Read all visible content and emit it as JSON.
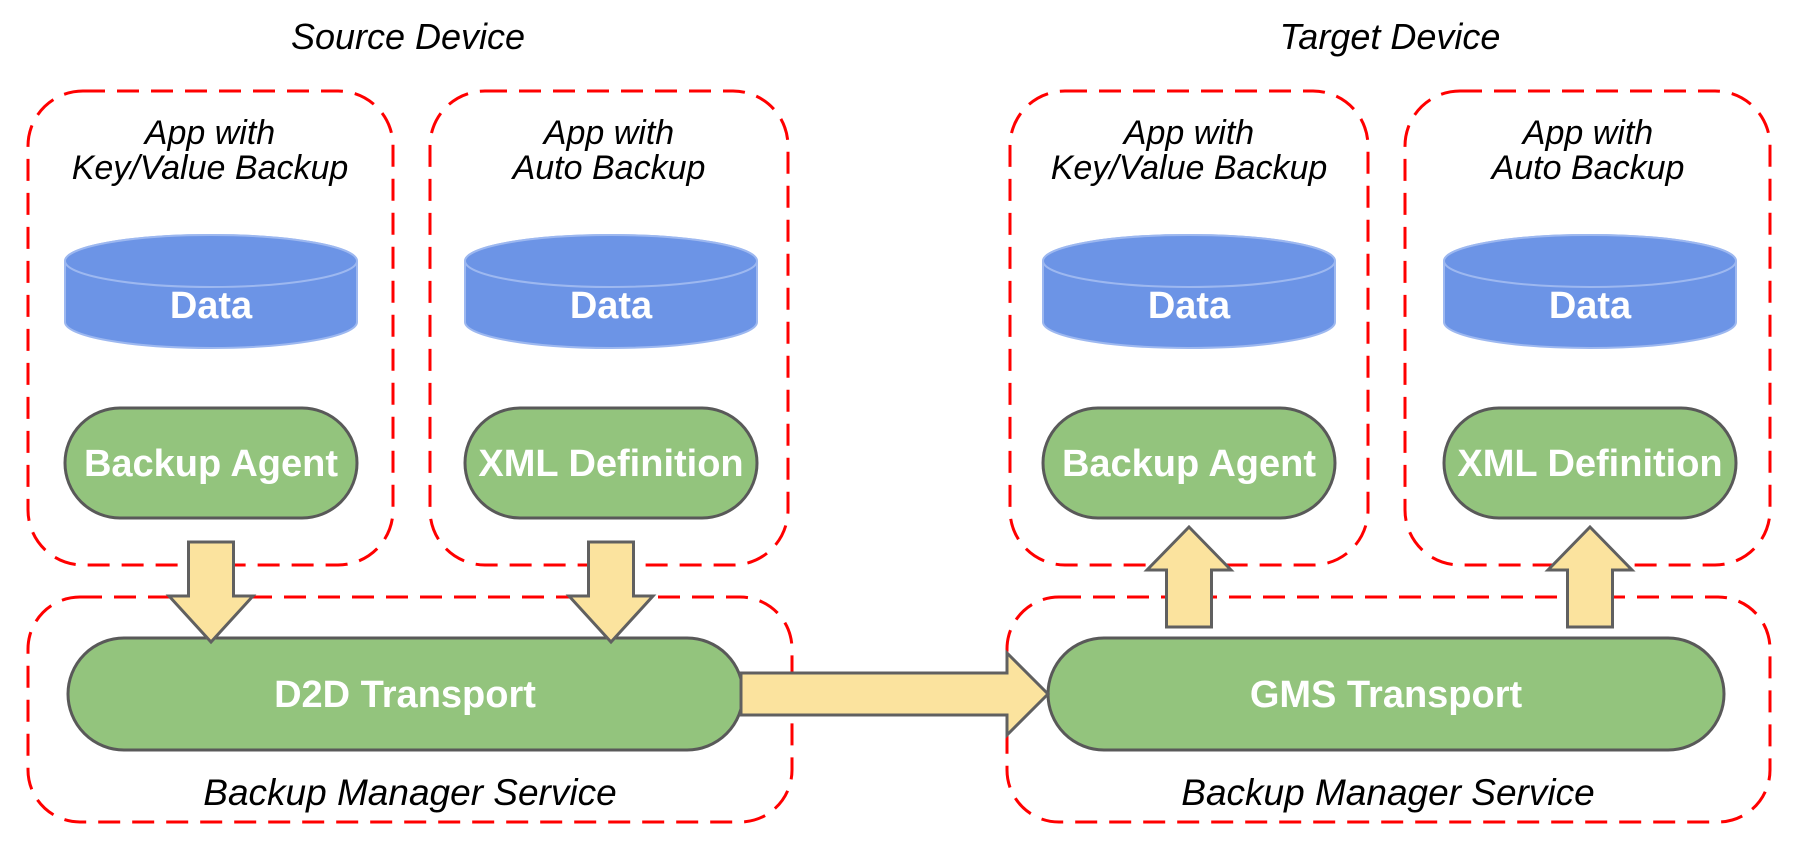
{
  "colors": {
    "boundary_red": "#FF0000",
    "component_green": "#93C47D",
    "component_stroke": "#595959",
    "data_blue": "#6C94E6",
    "data_blue_stroke": "#9DB8F0",
    "arrow_yellow": "#FBE39E",
    "arrow_stroke": "#606060",
    "text_black": "#000000",
    "text_white": "#FFFFFF",
    "background": "#FFFFFF"
  },
  "source_device": {
    "title": "Source Device",
    "apps": [
      {
        "name_line1": "App with",
        "name_line2": "Key/Value Backup",
        "data_store": "Data",
        "backup_component": "Backup Agent"
      },
      {
        "name_line1": "App with",
        "name_line2": "Auto Backup",
        "data_store": "Data",
        "backup_component": "XML Definition"
      }
    ],
    "backup_service": {
      "transport": "D2D Transport",
      "label": "Backup Manager Service"
    }
  },
  "target_device": {
    "title": "Target Device",
    "apps": [
      {
        "name_line1": "App with",
        "name_line2": "Key/Value Backup",
        "data_store": "Data",
        "backup_component": "Backup Agent"
      },
      {
        "name_line1": "App with",
        "name_line2": "Auto Backup",
        "data_store": "Data",
        "backup_component": "XML Definition"
      }
    ],
    "backup_service": {
      "transport": "GMS Transport",
      "label": "Backup Manager Service"
    }
  }
}
